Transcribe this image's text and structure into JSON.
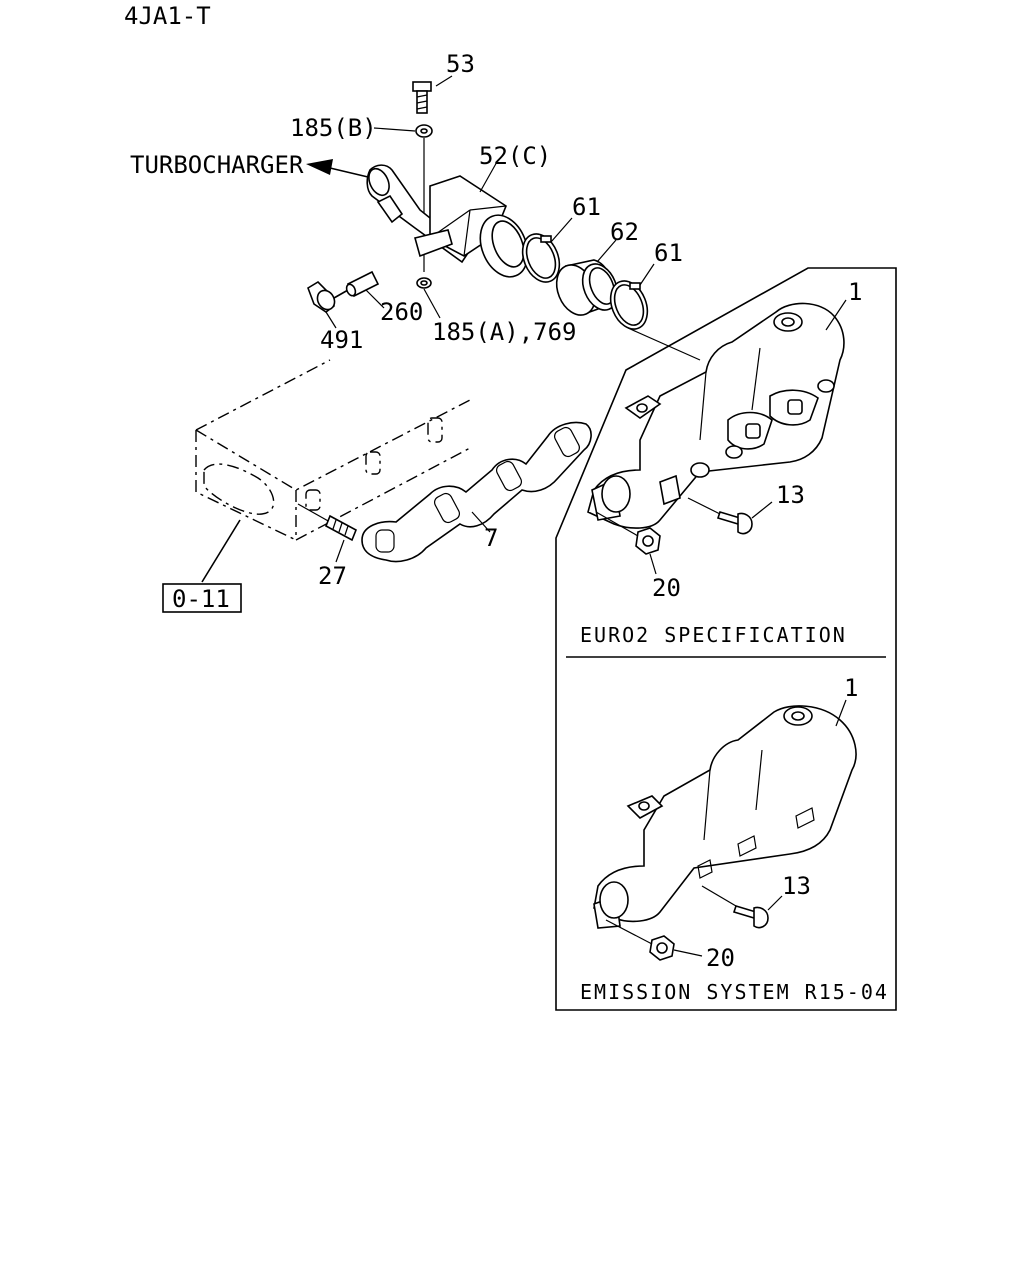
{
  "header": {
    "model_code": "4JA1-T"
  },
  "callouts": {
    "p53": "53",
    "p185b": "185(B)",
    "p52c": "52(C)",
    "turbocharger": "TURBOCHARGER",
    "p61a": "61",
    "p62": "62",
    "p61b": "61",
    "p1a": "1",
    "p491": "491",
    "p260": "260",
    "p185a": "185(A),769",
    "p13a": "13",
    "p20a": "20",
    "p7": "7",
    "p27": "27",
    "ref_box": "0-11",
    "p1b": "1",
    "p13b": "13",
    "p20b": "20"
  },
  "variants": {
    "euro2": "EURO2 SPECIFICATION",
    "emission": "EMISSION SYSTEM R15-04"
  }
}
